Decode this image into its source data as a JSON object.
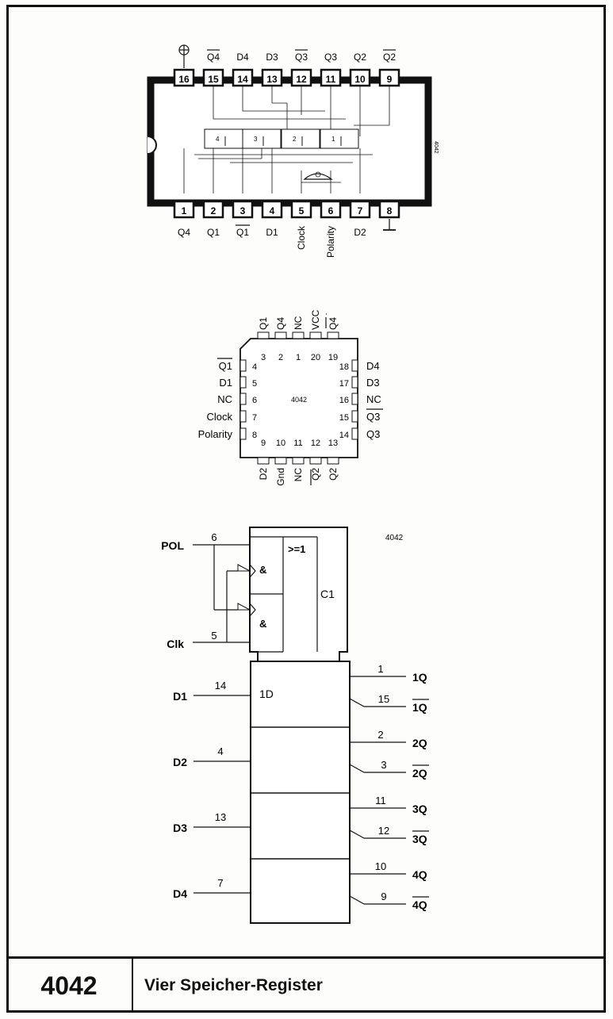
{
  "dip": {
    "top_pins": [
      {
        "num": "16",
        "label": ""
      },
      {
        "num": "15",
        "label": "Q4",
        "bar": true
      },
      {
        "num": "14",
        "label": "D4"
      },
      {
        "num": "13",
        "label": "D3"
      },
      {
        "num": "12",
        "label": "Q3",
        "bar": true
      },
      {
        "num": "11",
        "label": "Q3"
      },
      {
        "num": "10",
        "label": "Q2"
      },
      {
        "num": "9",
        "label": "Q2",
        "bar": true
      }
    ],
    "bottom_pins": [
      {
        "num": "1",
        "label": "Q4"
      },
      {
        "num": "2",
        "label": "Q1"
      },
      {
        "num": "3",
        "label": "Q1",
        "bar": true
      },
      {
        "num": "4",
        "label": "D1"
      },
      {
        "num": "5",
        "label": "Clock"
      },
      {
        "num": "6",
        "label": "Polarity"
      },
      {
        "num": "7",
        "label": "D2"
      },
      {
        "num": "8",
        "label": ""
      }
    ],
    "latches": [
      "4",
      "3",
      "2",
      "1"
    ],
    "side_label": "4042"
  },
  "plcc": {
    "center_label": "4042",
    "top_pins": [
      {
        "num": "3",
        "label": "Q1"
      },
      {
        "num": "2",
        "label": "Q4"
      },
      {
        "num": "1",
        "label": "NC"
      },
      {
        "num": "20",
        "label": "VCC"
      },
      {
        "num": "19",
        "label": "Q4",
        "bar": true
      }
    ],
    "left_pins": [
      {
        "num": "4",
        "label": "Q1",
        "bar": true
      },
      {
        "num": "5",
        "label": "D1"
      },
      {
        "num": "6",
        "label": "NC"
      },
      {
        "num": "7",
        "label": "Clock"
      },
      {
        "num": "8",
        "label": "Polarity"
      }
    ],
    "right_pins": [
      {
        "num": "18",
        "label": "D4"
      },
      {
        "num": "17",
        "label": "D3"
      },
      {
        "num": "16",
        "label": "NC"
      },
      {
        "num": "15",
        "label": "Q3",
        "bar": true
      },
      {
        "num": "14",
        "label": "Q3"
      }
    ],
    "bottom_pins": [
      {
        "num": "9",
        "label": "D2"
      },
      {
        "num": "10",
        "label": "Gnd"
      },
      {
        "num": "11",
        "label": "NC"
      },
      {
        "num": "12",
        "label": "Q2",
        "bar": true
      },
      {
        "num": "13",
        "label": "Q2"
      }
    ]
  },
  "logic": {
    "chip_label": "4042",
    "or_label": ">=1",
    "and_label": "&",
    "c1_label": "C1",
    "d_label": "1D",
    "pol": {
      "name": "POL",
      "pin": "6"
    },
    "clk": {
      "name": "Clk",
      "pin": "5"
    },
    "inputs": [
      {
        "name": "D1",
        "pin": "14"
      },
      {
        "name": "D2",
        "pin": "4"
      },
      {
        "name": "D3",
        "pin": "13"
      },
      {
        "name": "D4",
        "pin": "7"
      }
    ],
    "outputs": [
      {
        "q_pin": "1",
        "q": "1Q",
        "qn_pin": "15",
        "qn": "1Q"
      },
      {
        "q_pin": "2",
        "q": "2Q",
        "qn_pin": "3",
        "qn": "2Q"
      },
      {
        "q_pin": "11",
        "q": "3Q",
        "qn_pin": "12",
        "qn": "3Q"
      },
      {
        "q_pin": "10",
        "q": "4Q",
        "qn_pin": "9",
        "qn": "4Q"
      }
    ]
  },
  "footer": {
    "number": "4042",
    "title": "Vier Speicher-Register"
  }
}
